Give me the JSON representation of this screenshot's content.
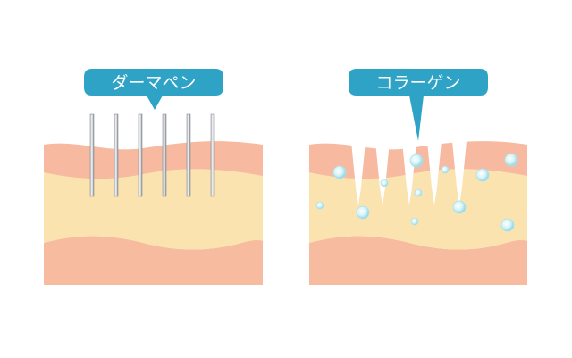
{
  "left_panel": {
    "label": "ダーマペン",
    "needle_count": 6
  },
  "right_panel": {
    "label": "コラーゲン",
    "channel_count": 5,
    "particle_count": 12
  },
  "colors": {
    "callout": "#2fa3c6",
    "epidermis": "#f7b9a0",
    "dermis": "#fbe3b0",
    "subcutis": "#f7bc9f",
    "needle": "#8a8f96",
    "particle": "#a9e3ee"
  }
}
